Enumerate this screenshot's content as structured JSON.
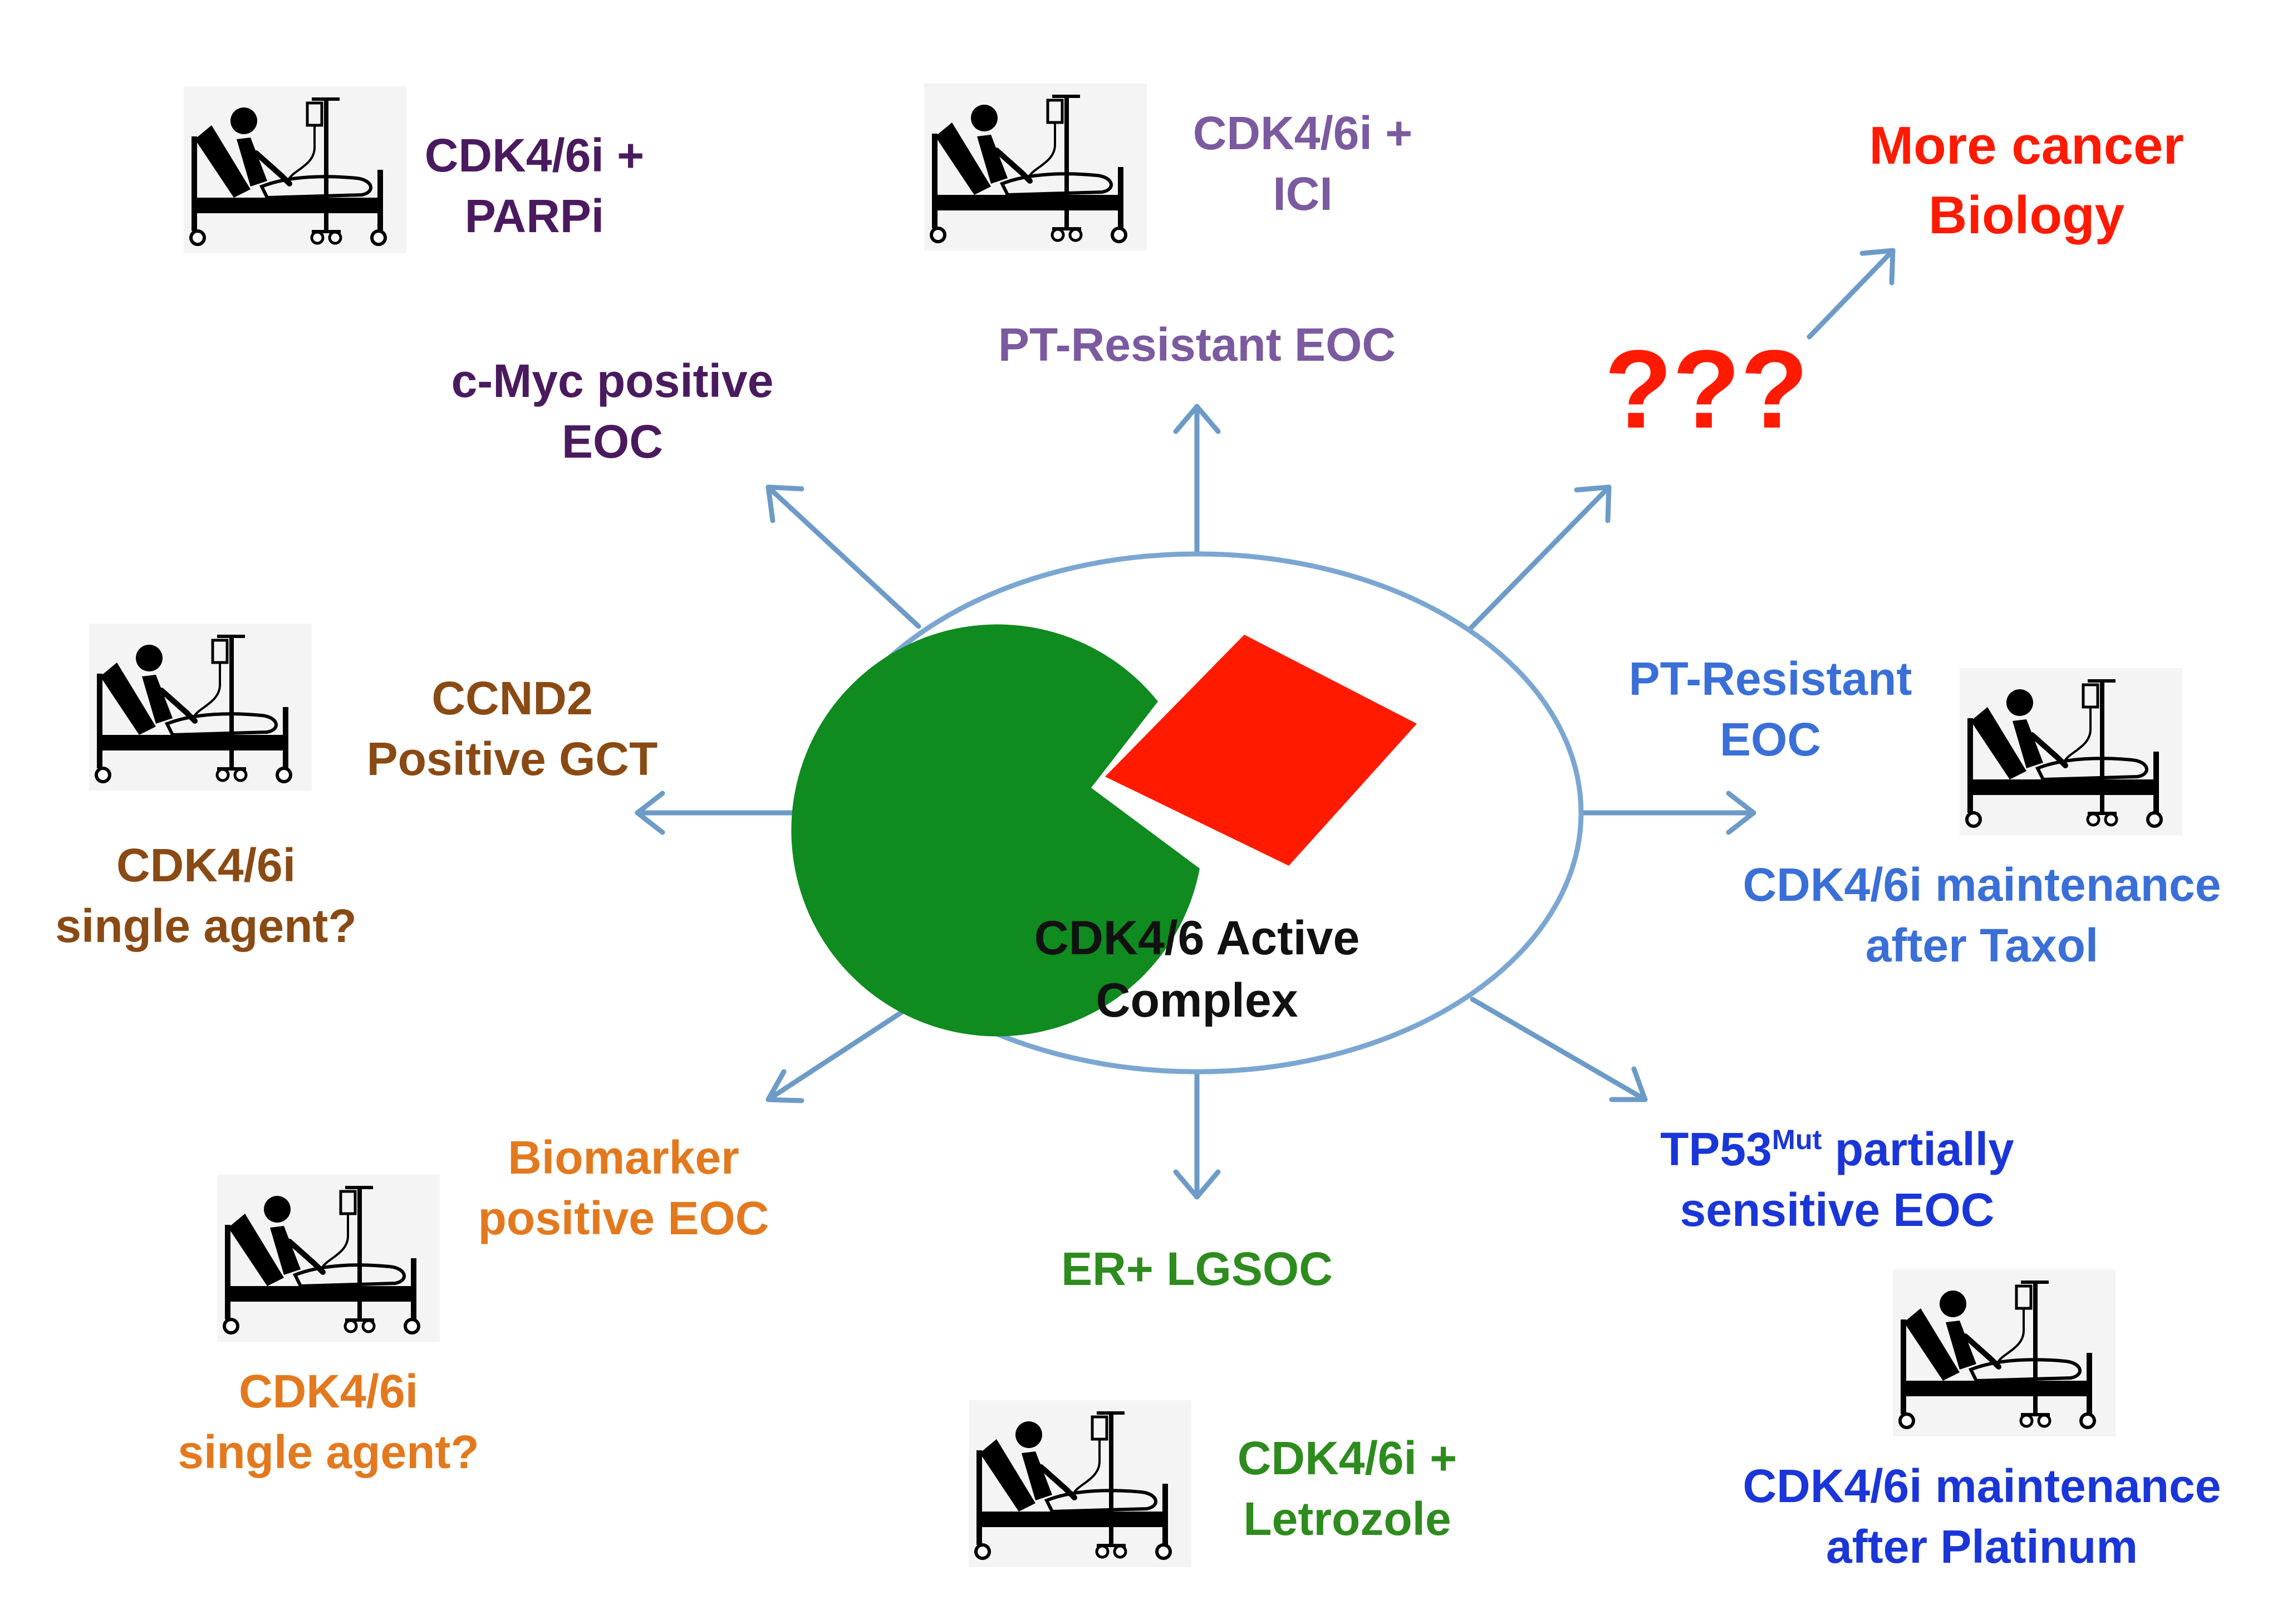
{
  "colors": {
    "arrow": "#6d9bc8",
    "ellipse_stroke": "#7ba6d2",
    "green": "#0f8b1f",
    "red": "#ff1a00",
    "purple_dark": "#4a1a5e",
    "purple_light": "#7b5aa0",
    "brown": "#8a4a14",
    "orange": "#e3791e",
    "green_text": "#2e8b1e",
    "blue": "#3a6fd8",
    "blue_dark": "#1a36d8",
    "red_text": "#ff1a00"
  },
  "center": {
    "line1": "CDK4/6 Active",
    "line2": "Complex"
  },
  "nodes": {
    "top_left": {
      "line1": "c-Myc positive",
      "line2": "EOC"
    },
    "top": {
      "line1": "PT-Resistant EOC"
    },
    "top_right": {
      "text": "???"
    },
    "more_biology": {
      "line1": "More cancer",
      "line2": "Biology"
    },
    "left": {
      "line1": "CCND2",
      "line2": "Positive GCT"
    },
    "right": {
      "line1": "PT-Resistant",
      "line2": "EOC"
    },
    "bottom_left": {
      "line1": "Biomarker",
      "line2": "positive EOC"
    },
    "bottom": {
      "line1": "ER+ LGSOC"
    },
    "bottom_right": {
      "line1_main": "TP53",
      "line1_sup": "Mut",
      "line1_rest": " partially",
      "line2": "sensitive EOC"
    }
  },
  "therapies": {
    "parpi": {
      "line1": "CDK4/6i +",
      "line2": "PARPi"
    },
    "ici": {
      "line1": "CDK4/6i +",
      "line2": "ICI"
    },
    "single_left": {
      "line1": "CDK4/6i",
      "line2": "single agent?"
    },
    "taxol": {
      "line1": "CDK4/6i  maintenance",
      "line2": "after Taxol"
    },
    "single_bottom_left": {
      "line1": "CDK4/6i",
      "line2": "single agent?"
    },
    "letrozole": {
      "line1": "CDK4/6i +",
      "line2": "Letrozole"
    },
    "platinum": {
      "line1": "CDK4/6i  maintenance",
      "line2": "after Platinum"
    }
  },
  "icons": [
    "patient-bed-icon",
    "patient-bed-icon",
    "patient-bed-icon",
    "patient-bed-icon",
    "patient-bed-icon",
    "patient-bed-icon",
    "patient-bed-icon"
  ]
}
